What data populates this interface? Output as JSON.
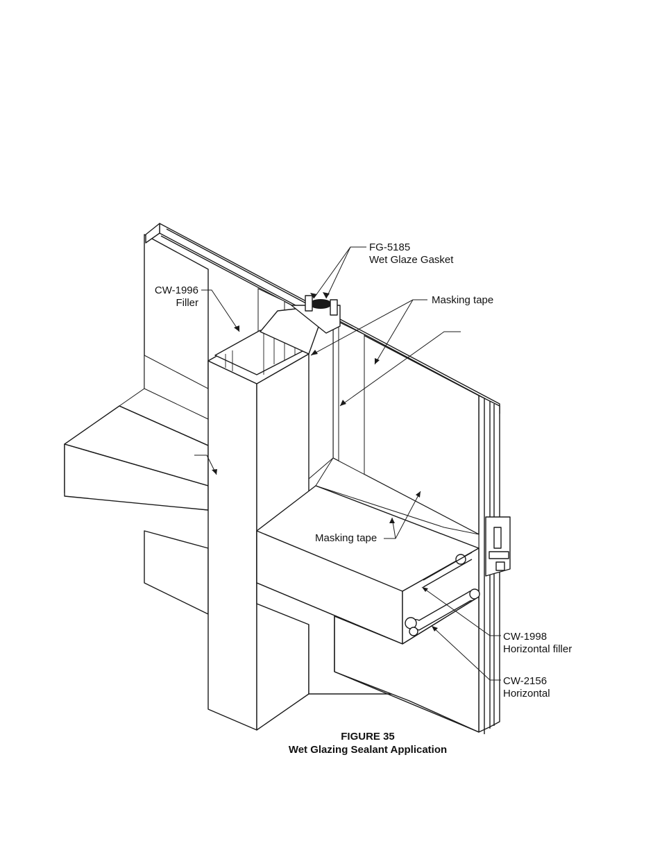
{
  "figure": {
    "number": "FIGURE 35",
    "title": "Wet Glazing Sealant Application"
  },
  "callouts": {
    "gasket": {
      "line1": "FG-5185",
      "line2": "Wet Glaze Gasket"
    },
    "filler": {
      "line1": "CW-1996",
      "line2": "Filler"
    },
    "tape_upper": {
      "line1": "Masking tape"
    },
    "tape_lower": {
      "line1": "Masking tape"
    },
    "horizontal_filler": {
      "line1": "CW-1998",
      "line2": "Horizontal filler"
    },
    "horizontal": {
      "line1": "CW-2156",
      "line2": "Horizontal"
    }
  }
}
